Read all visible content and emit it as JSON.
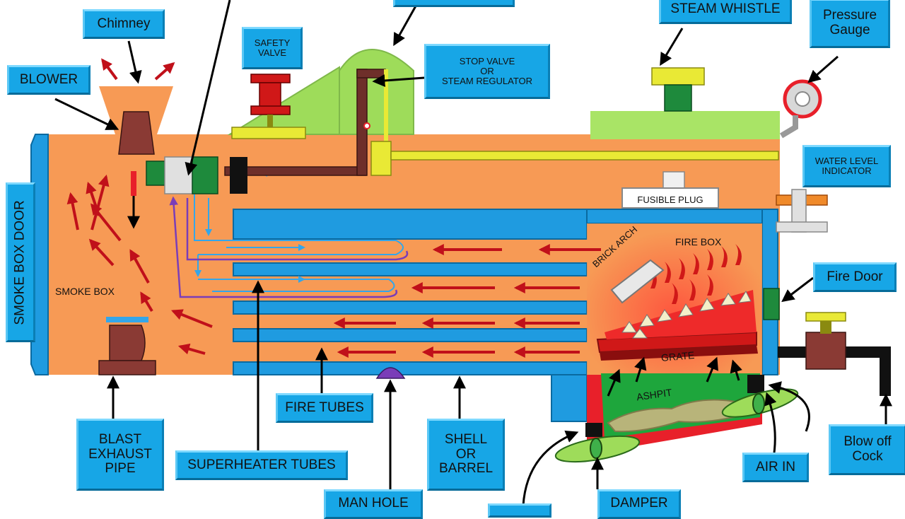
{
  "colors": {
    "label_bg": "#17a6e6",
    "shell_orange": "#f79a55",
    "steam_green": "#9edc5a",
    "tube_blue": "#1f9be0",
    "flue_arrow": "#c0101a",
    "steam_path": "#33a6ea",
    "gas_return": "#7a3db8",
    "fire_red": "#e8202a",
    "ash_green": "#1ea63c"
  },
  "labels": {
    "chimney": "Chimney",
    "blower": "BLOWER",
    "safety_valve": [
      "SAFETY",
      "VALVE"
    ],
    "stop_valve": [
      "STOP VALVE",
      "OR",
      "STEAM REGULATOR"
    ],
    "steam_whistle": "STEAM WHISTLE",
    "pressure_gauge": [
      "Pressure",
      "Gauge"
    ],
    "water_level": [
      "WATER LEVEL",
      "INDICATOR"
    ],
    "fire_door": "Fire Door",
    "smoke_box_door": "SMOKE BOX DOOR",
    "blast_pipe": [
      "BLAST",
      "EXHAUST",
      "PIPE"
    ],
    "superheater": "SUPERHEATER TUBES",
    "fire_tubes": "FIRE TUBES",
    "man_hole": "MAN HOLE",
    "shell": [
      "SHELL",
      "OR",
      "BARREL"
    ],
    "damper": "DAMPER",
    "air_in": "AIR IN",
    "blow_off": [
      "Blow off",
      "Cock"
    ]
  },
  "inner_text": {
    "fusible_plug": "FUSIBLE PLUG",
    "smoke_box": "SMOKE BOX",
    "fire_box": "FIRE BOX",
    "brick_arch": "BRICK ARCH",
    "grate": "GRATE",
    "ashpit": "ASHPIT"
  }
}
